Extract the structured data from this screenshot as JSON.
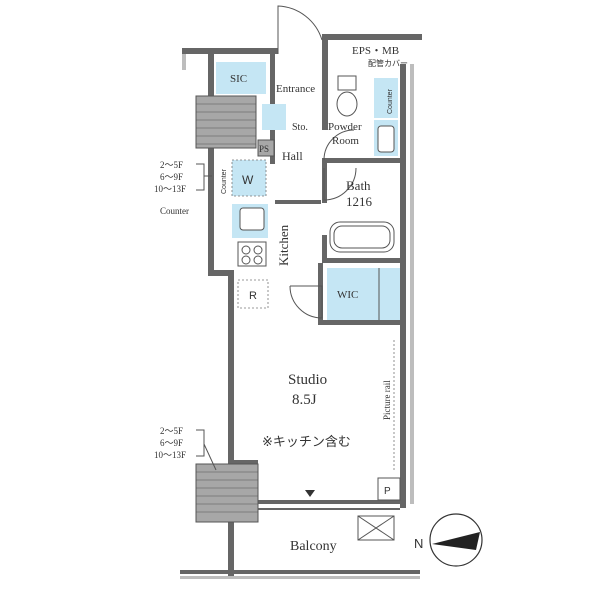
{
  "rooms": {
    "eps_mb": "EPS・MB",
    "pipe_cover": "配管カバー",
    "sic": "SIC",
    "entrance": "Entrance",
    "storage": "Sto.",
    "ps_upper": "PS",
    "hall": "Hall",
    "powder_room_line1": "Powder",
    "powder_room_line2": "Room",
    "counter_side": "Counter",
    "bath_line1": "Bath",
    "bath_line2": "1216",
    "washer": "W",
    "counter_left": "Counter",
    "kitchen": "Kitchen",
    "wic": "WIC",
    "refrigerator": "R",
    "studio_line1": "Studio",
    "studio_line2": "8.5J",
    "kitchen_note": "※キッチン含む",
    "picture_rail": "Picture rail",
    "ps_lower": "P",
    "balcony": "Balcony",
    "counter_vertical": "Counter"
  },
  "floor_notes_upper": [
    "2～5F",
    "6～9F",
    "10～13F"
  ],
  "floor_notes_lower": [
    "2～5F",
    "6～9F",
    "10～13F"
  ],
  "compass": {
    "label": "N"
  },
  "colors": {
    "wet_area": "#c5e6f4",
    "wall": "#666666",
    "shaft": "#a7a7a7"
  }
}
